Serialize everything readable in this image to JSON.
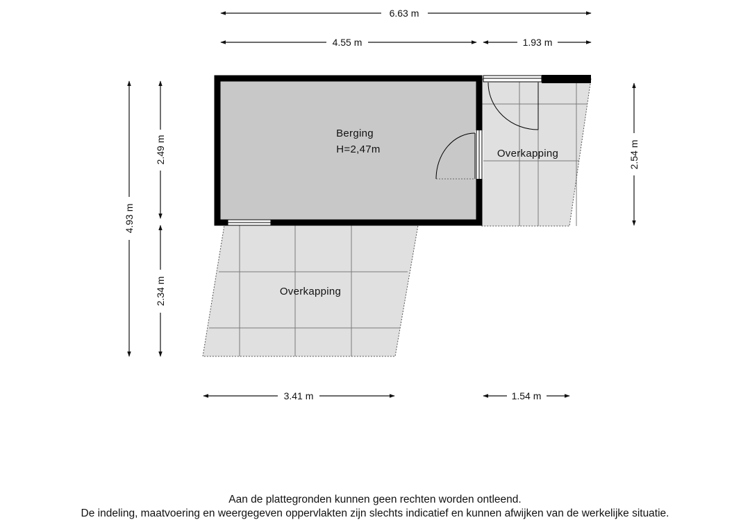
{
  "rooms": {
    "berging": {
      "name": "Berging",
      "height": "H=2,47m"
    },
    "overkapping_right": {
      "name": "Overkapping"
    },
    "overkapping_bottom": {
      "name": "Overkapping"
    }
  },
  "dimensions": {
    "total_width": "6.63 m",
    "berging_width": "4.55 m",
    "right_width": "1.93 m",
    "total_height": "4.93 m",
    "berging_height": "2.49 m",
    "bottom_height": "2.34 m",
    "right_height": "2.54 m",
    "bottom_width": "3.41 m",
    "right_bottom_width": "1.54 m"
  },
  "disclaimer": {
    "line1": "Aan de plattegronden kunnen geen rechten worden ontleend.",
    "line2": "De indeling, maatvoering en weergegeven oppervlakten zijn slechts indicatief en kunnen afwijken van de werkelijke situatie."
  },
  "colors": {
    "wall": "#000000",
    "berging_fill": "#c8c8c8",
    "overkapping_fill": "#e0e0e0"
  }
}
